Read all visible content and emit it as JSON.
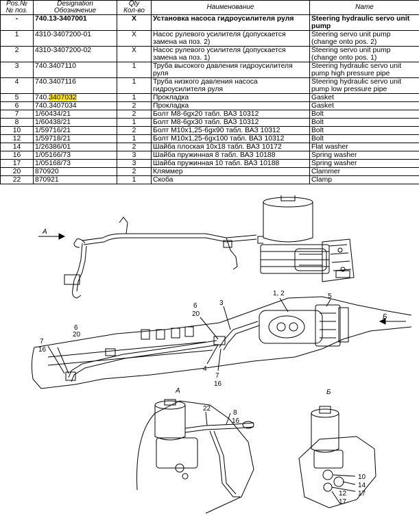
{
  "headers": {
    "pos": [
      "Pos.№",
      "№ поз."
    ],
    "designation": [
      "Designation",
      "Обозначение"
    ],
    "qty": [
      "Qty",
      "Кол-во"
    ],
    "name_ru": "Наименование",
    "name_en": "Name"
  },
  "rows": [
    {
      "pos": "-",
      "des": "740.13-3407001",
      "qty": "X",
      "ru": "Установка насоса гидроусилителя руля",
      "en": "Steering hydraulic servo unit pump",
      "bold": true
    },
    {
      "pos": "1",
      "des": "4310-3407200-01",
      "qty": "X",
      "ru": "Насос рулевого усилителя (допускается замена на поз. 2)",
      "en": "Steering servo unit pump (change onto pos. 2)"
    },
    {
      "pos": "2",
      "des": "4310-3407200-02",
      "qty": "X",
      "ru": "Насос рулевого усилителя (допускается замена на поз. 1)",
      "en": "Steering servo unit pump (change onto pos. 1)"
    },
    {
      "pos": "3",
      "des": "740.3407110",
      "qty": "1",
      "ru": "Труба высокого давления гидроусилителя руля",
      "en": "Steering hydraulic servo unit pump high pressure pipe"
    },
    {
      "pos": "4",
      "des": "740.3407116",
      "qty": "1",
      "ru": "Труба низкого давления насоса гидроусилителя руля",
      "en": "Steering hydraulic servo unit pump low pressure pipe"
    },
    {
      "pos": "5",
      "des_prefix": "740.",
      "des_hl": "3407032",
      "qty": "1",
      "ru": "Прокладка",
      "en": "Gasket"
    },
    {
      "pos": "6",
      "des": "740.3407034",
      "qty": "2",
      "ru": "Прокладка",
      "en": "Gasket"
    },
    {
      "pos": "7",
      "des": "1/60434/21",
      "qty": "2",
      "ru": "Болт М8-6gx20 табл. ВАЗ 10312",
      "en": "Bolt"
    },
    {
      "pos": "8",
      "des": "1/60438/21",
      "qty": "1",
      "ru": "Болт М8-6gx30 табл. ВАЗ 10312",
      "en": "Bolt"
    },
    {
      "pos": "10",
      "des": "1/59716/21",
      "qty": "2",
      "ru": "Болт М10х1,25-6gx90 табл. ВАЗ 10312",
      "en": "Bolt"
    },
    {
      "pos": "12",
      "des": "1/59718/21",
      "qty": "1",
      "ru": "Болт М10х1,25-6gx100 табл. ВАЗ 10312",
      "en": "Bolt"
    },
    {
      "pos": "14",
      "des": "1/26386/01",
      "qty": "2",
      "ru": "Шайба плоская 10х18 табл. ВАЗ 10172",
      "en": "Flat washer"
    },
    {
      "pos": "16",
      "des": "1/05166/73",
      "qty": "3",
      "ru": "Шайба пружинная 8 табл. ВАЗ 10188",
      "en": "Spring washer"
    },
    {
      "pos": "17",
      "des": "1/05168/73",
      "qty": "3",
      "ru": "Шайба пружинная 10 табл. ВАЗ 10188",
      "en": "Spring washer"
    },
    {
      "pos": "20",
      "des": "870920",
      "qty": "2",
      "ru": "Кляммер",
      "en": "Clammer"
    },
    {
      "pos": "22",
      "des": "870921",
      "qty": "1",
      "ru": "Скоба",
      "en": "Clamp"
    }
  ],
  "drawing": {
    "view_arrows": [
      "А",
      "Б"
    ],
    "callouts_main": [
      "1, 2",
      "5",
      "3",
      "6",
      "20",
      "6",
      "20",
      "7",
      "16",
      "4",
      "7",
      "16"
    ],
    "view_a": {
      "title": "А",
      "callouts": [
        "22",
        "8",
        "16"
      ]
    },
    "view_b": {
      "title": "Б",
      "callouts": [
        "10",
        "14",
        "17",
        "12",
        "17"
      ]
    }
  }
}
